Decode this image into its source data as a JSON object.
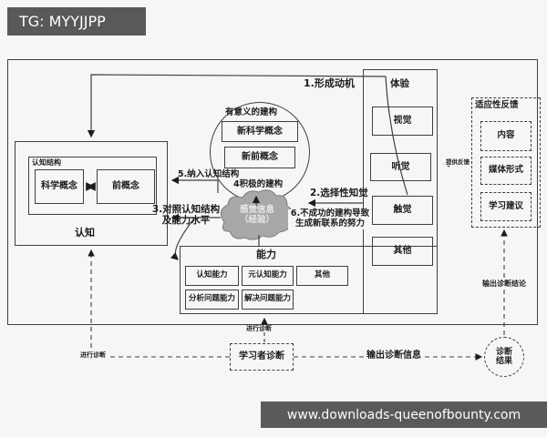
{
  "badge": {
    "text": "TG: MYYJJPP"
  },
  "watermark": {
    "text": "www.downloads-queenofbounty.com"
  },
  "colors": {
    "badge_bg": "#595959",
    "watermark_bg": "#5a5a5a",
    "line": "#3f3f3f",
    "cloud_fill": "#a8a8a8",
    "cloud_text": "#e9e9e9",
    "background": "#f6f6f5"
  },
  "cognition": {
    "title": "认知",
    "structure": "认知结构",
    "science_concept": "科学概念",
    "pre_concept": "前概念"
  },
  "construction": {
    "title": "有意义的建构",
    "new_science_concept": "新科学概念",
    "new_pre_concept": "新前概念"
  },
  "cloud": {
    "line1": "感觉信息",
    "line2": "（经验）"
  },
  "ability": {
    "title": "能力",
    "cognitive": "认知能力",
    "metacognitive": "元认知能力",
    "other": "其他",
    "analyze": "分析问题能力",
    "solve": "解决问题能力"
  },
  "experience": {
    "title": "体验",
    "vision": "视觉",
    "hearing": "听觉",
    "touch": "触觉",
    "other": "其他"
  },
  "feedback": {
    "title": "适应性反馈",
    "content": "内容",
    "media": "媒体形式",
    "advice": "学习建议",
    "provide": "提供反馈"
  },
  "steps": {
    "s1": "1.形成动机",
    "s2": "2.选择性知觉",
    "s3_line1": "3.对照认知结构",
    "s3_line2": "及能力水平",
    "s4": "4积极的建构",
    "s5": "5.纳入认知结构",
    "s6_line1": "6.不成功的建构导致",
    "s6_line2": "生成新联系的努力"
  },
  "diagnosis": {
    "learner": "学习者诊断",
    "output_info": "输出诊断信息",
    "result_line1": "诊断",
    "result_line2": "结果",
    "conduct_left": "进行诊断",
    "conduct_right": "进行诊断",
    "output_conclusion": "输出诊断结论"
  }
}
